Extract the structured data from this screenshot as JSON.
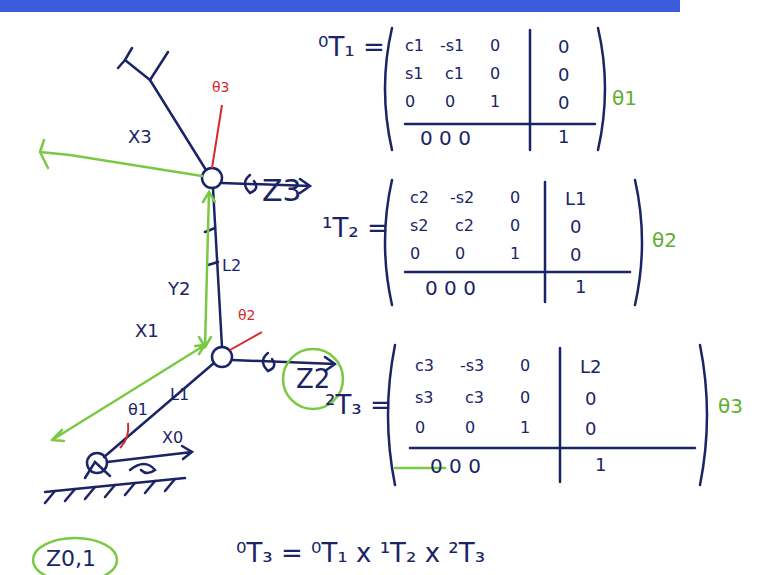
{
  "diagram": {
    "labels": [
      "θ3",
      "X3",
      "Z3",
      "L2",
      "Y2",
      "θ2",
      "X1",
      "Z2",
      "L1",
      "θ1",
      "X0",
      "Z0,1",
      "⁰T₁ =",
      "c1",
      "-s1",
      "0",
      "0",
      "s1",
      "c1",
      "0",
      "0",
      "0",
      "0",
      "1",
      "0",
      "0 0 0",
      "1",
      "θ1",
      "¹T₂ =",
      "c2",
      "-s2",
      "0",
      "L1",
      "s2",
      "c2",
      "0",
      "0",
      "0",
      "0",
      "1",
      "0",
      "0 0 0",
      "1",
      "θ2",
      "²T₃ =",
      "c3",
      "-s3",
      "0",
      "L2",
      "s3",
      "c3",
      "0",
      "0",
      "0",
      "0",
      "1",
      "0",
      "0 0 0",
      "1",
      "θ3",
      "⁰T₃ = ⁰T₁ x ¹T₂ x ²T₃"
    ]
  }
}
